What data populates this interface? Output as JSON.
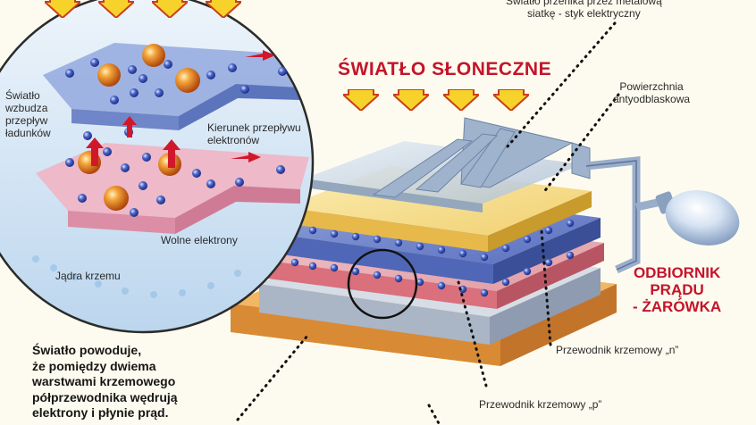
{
  "labels": {
    "metal_grid": "Światło przenika przez metalową\nsiatkę - styk elektryczny",
    "sunlight": "ŚWIATŁO SŁONECZNE",
    "antireflective": "Powierzchnia\nantyodblaskowa",
    "light_excites": "Światło\nwzbudza\nprzepływ\nładunków",
    "electron_flow_direction": "Kierunek przepływu\nelektronów",
    "free_electrons": "Wolne elektrony",
    "silicon_nuclei": "Jądra krzemu",
    "receiver": "ODBIORNIK\nPRĄDU\n- ŻARÓWKA",
    "n_conductor": "Przewodnik krzemowy „n”",
    "p_conductor": "Przewodnik krzemowy „p”",
    "description": "Światło powoduje,\nże pomiędzy dwiema\nwarstwami krzemowego\npółprzewodnika wędrują\nelektrony i płynie prąd."
  },
  "colors": {
    "headline_red": "#c4142b",
    "arrow_yellow": "#f7d22a",
    "arrow_edge": "#c9401a",
    "n_layer": "#4f67b6",
    "p_layer": "#d9707c",
    "base_layer": "#e8a04b",
    "glass": "#c8d8ea",
    "lens_bg": "#d9e9f6",
    "electron_blue": "#3450b4",
    "nucleus_orange": "#e38a1e"
  },
  "icons": {
    "sun_arrow": "down-arrow-icon",
    "flow_arrow": "right-arrow-icon",
    "bulb": "light-bulb-icon",
    "electron": "electron-icon",
    "nucleus": "silicon-nucleus-icon"
  }
}
